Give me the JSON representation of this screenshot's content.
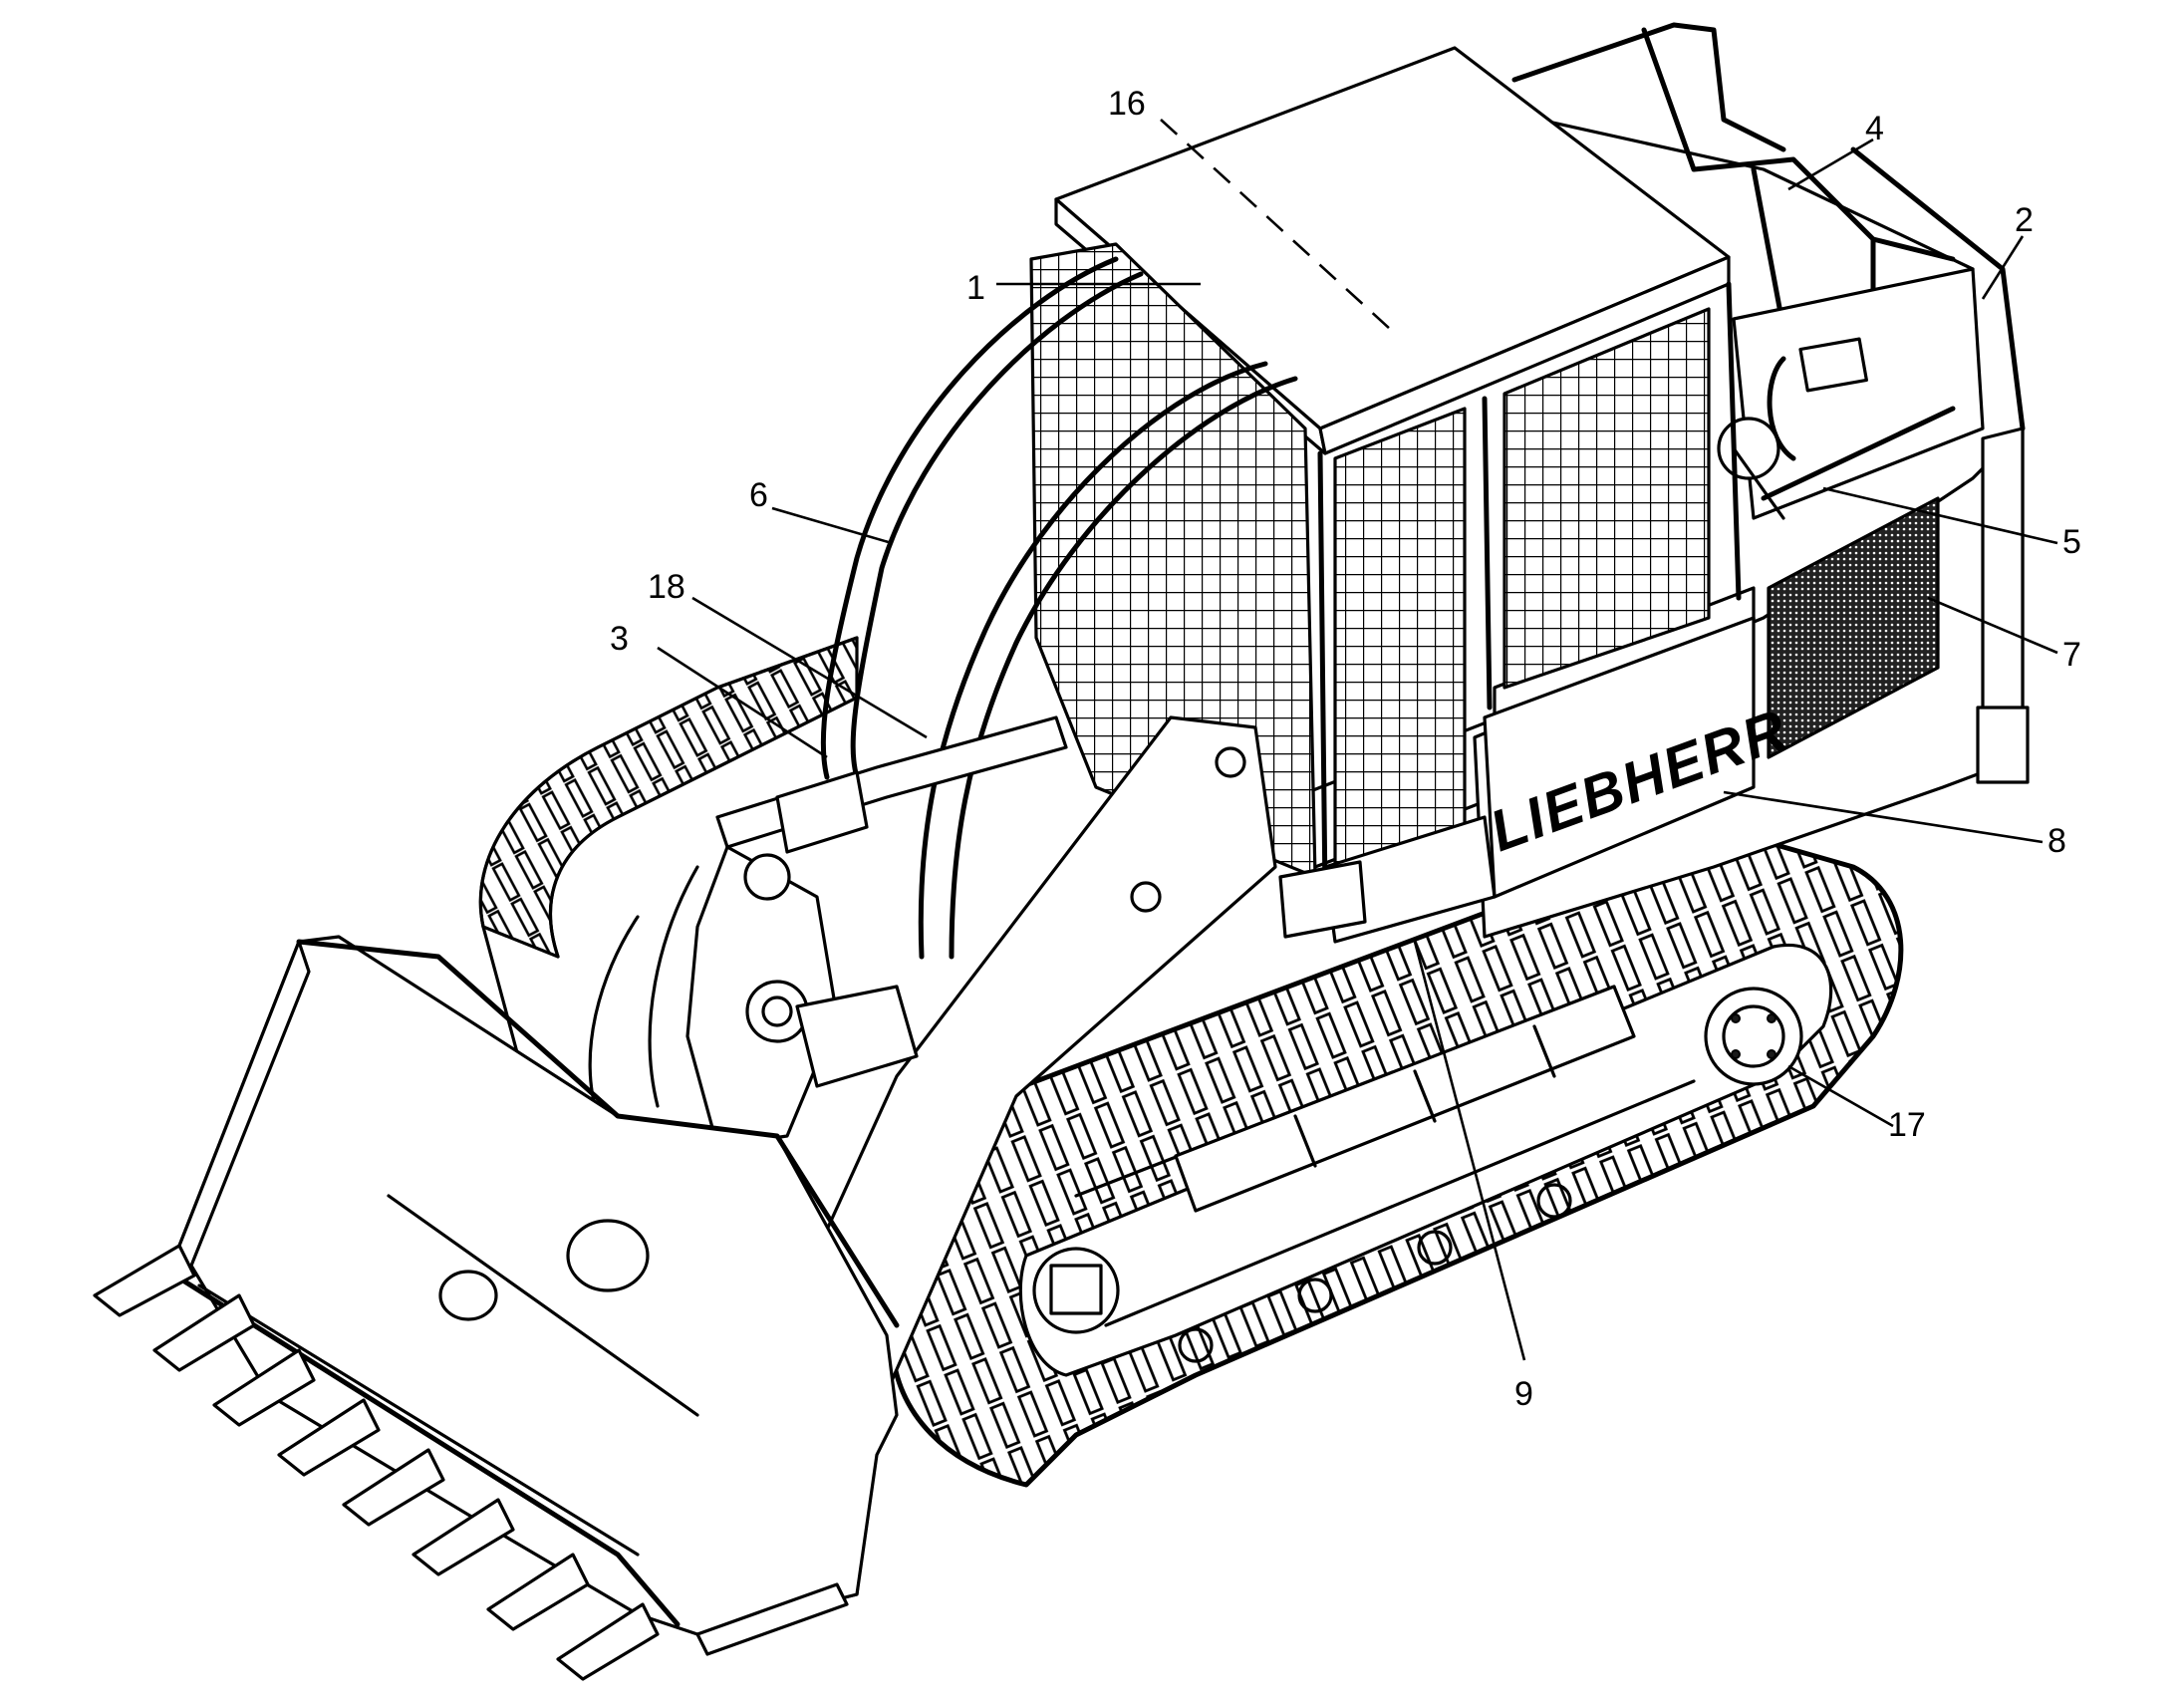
{
  "figure": {
    "subject": "tracked loader",
    "brand_text": "LIEBHERR"
  },
  "callouts": [
    {
      "id": "c1",
      "label": "1"
    },
    {
      "id": "c2",
      "label": "2"
    },
    {
      "id": "c3",
      "label": "3"
    },
    {
      "id": "c4",
      "label": "4"
    },
    {
      "id": "c5",
      "label": "5"
    },
    {
      "id": "c6",
      "label": "6"
    },
    {
      "id": "c7",
      "label": "7"
    },
    {
      "id": "c8",
      "label": "8"
    },
    {
      "id": "c9",
      "label": "9"
    },
    {
      "id": "c16",
      "label": "16"
    },
    {
      "id": "c17",
      "label": "17"
    },
    {
      "id": "c18",
      "label": "18"
    }
  ]
}
